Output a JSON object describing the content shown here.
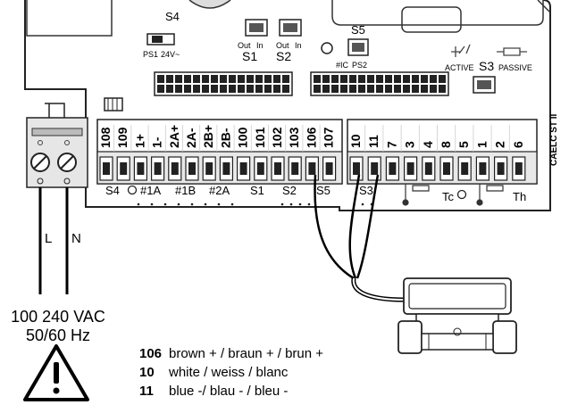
{
  "board": {
    "switches": {
      "s4": {
        "name": "S4",
        "left": "PS1",
        "right": "24V~"
      },
      "s1": {
        "name": "S1",
        "out": "Out",
        "in": "In"
      },
      "s2": {
        "name": "S2",
        "out": "Out",
        "in": "In"
      },
      "s5": {
        "name": "S5",
        "left": "#IC",
        "right": "PS2"
      },
      "s3": {
        "name": "S3",
        "active": "ACTIVE",
        "passive": "PASSIVE"
      }
    },
    "model_label": "CAELC ST II",
    "terminals_left": [
      "108",
      "109",
      "1+",
      "1-",
      "2A+",
      "2A-",
      "2B+",
      "2B-",
      "100",
      "101",
      "102",
      "103",
      "106",
      "107"
    ],
    "terminals_right": [
      "10",
      "11",
      "7",
      "3",
      "4",
      "8",
      "5",
      "1",
      "2",
      "6"
    ],
    "bottom_labels_left": [
      "S4",
      "#1A",
      "#1B",
      "#2A",
      "S1",
      "S2",
      "S5"
    ],
    "bottom_labels_right": [
      "S3",
      "Tc",
      "Th"
    ]
  },
  "power": {
    "phase": "L",
    "neutral": "N",
    "voltage": "100 240 VAC",
    "frequency": "50/60 Hz"
  },
  "legend": [
    {
      "terminal": "106",
      "desc": "brown + / braun + / brun +"
    },
    {
      "terminal": "10",
      "desc": "white / weiss / blanc"
    },
    {
      "terminal": "11",
      "desc": "blue -/ blau - / bleu -"
    }
  ]
}
